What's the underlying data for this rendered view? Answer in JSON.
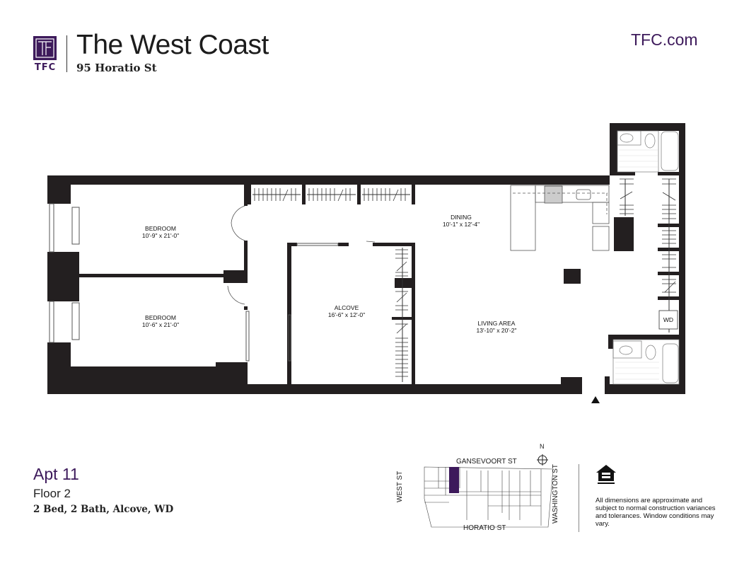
{
  "header": {
    "logo_text": "TFC",
    "title": "The West Coast",
    "address": "95 Horatio St",
    "website": "TFC.com"
  },
  "rooms": [
    {
      "name": "BEDROOM",
      "dims": "10'-9\" x 21'-0\""
    },
    {
      "name": "BEDROOM",
      "dims": "10'-6\" x 21'-0\""
    },
    {
      "name": "ALCOVE",
      "dims": "16'-6\" x 12'-0\""
    },
    {
      "name": "DINING",
      "dims": "10'-1\" x 12'-4\""
    },
    {
      "name": "LIVING AREA",
      "dims": "13'-10\" x 20'-2\""
    }
  ],
  "fixtures": {
    "washer_dryer": "WD"
  },
  "unit": {
    "apt": "Apt 11",
    "floor": "Floor 2",
    "specs": "2 Bed, 2 Bath, Alcove, WD"
  },
  "keymap": {
    "north": "N",
    "streets": {
      "top": "GANSEVOORT ST",
      "bottom": "HORATIO ST",
      "left": "WEST ST",
      "right": "WASHINGTON ST"
    },
    "highlight_color": "#3d1a5b"
  },
  "legal": {
    "equal_housing_icon": "equal-housing-opportunity-icon",
    "disclaimer": "All dimensions are approximate and subject to normal construction variances and tolerances. Window conditions may vary."
  },
  "colors": {
    "brand": "#3d1a5b",
    "wall": "#231f20"
  }
}
